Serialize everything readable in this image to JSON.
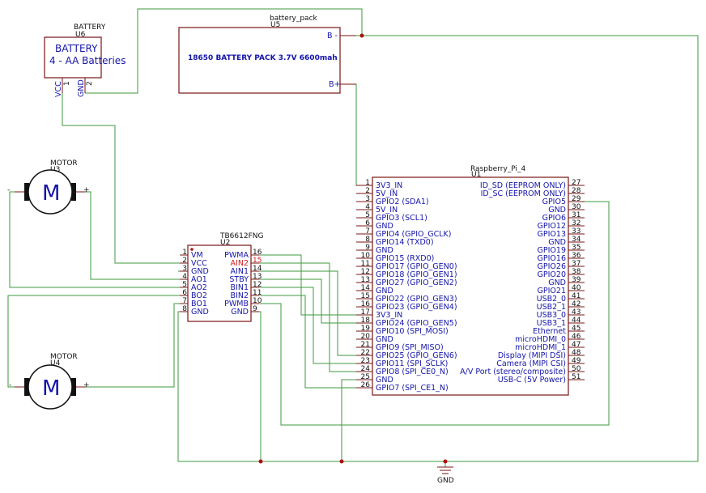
{
  "battery": {
    "name": "BATTERY",
    "ref": "U6",
    "title": "BATTERY",
    "subtitle": "4 - AA Batteries",
    "pins": [
      {
        "name": "VCC",
        "num": "1"
      },
      {
        "name": "GND",
        "num": "2"
      }
    ]
  },
  "pack": {
    "name": "battery_pack",
    "ref": "U5",
    "label": "18650 BATTERY PACK 3.7V 6600mah",
    "pins": [
      {
        "name": "B -"
      },
      {
        "name": "B+"
      }
    ]
  },
  "motor_top": {
    "name": "MOTOR",
    "ref": "U3",
    "symbol": "M",
    "minus": "-",
    "plus": "+"
  },
  "motor_bottom": {
    "name": "MOTOR",
    "ref": "U4",
    "symbol": "M",
    "minus": "-",
    "plus": "+"
  },
  "driver": {
    "name": "TB6612FNG",
    "ref": "U2",
    "left_pins": [
      {
        "num": "1",
        "name": "VM"
      },
      {
        "num": "2",
        "name": "VCC"
      },
      {
        "num": "3",
        "name": "GND"
      },
      {
        "num": "4",
        "name": "AO1"
      },
      {
        "num": "5",
        "name": "AO2"
      },
      {
        "num": "6",
        "name": "BO2"
      },
      {
        "num": "7",
        "name": "BO1"
      },
      {
        "num": "8",
        "name": "GND"
      }
    ],
    "right_pins": [
      {
        "num": "16",
        "name": "PWMA",
        "red": false
      },
      {
        "num": "15",
        "name": "AIN2",
        "red": true
      },
      {
        "num": "14",
        "name": "AIN1",
        "red": false
      },
      {
        "num": "13",
        "name": "STBY",
        "red": false
      },
      {
        "num": "12",
        "name": "BIN1",
        "red": false
      },
      {
        "num": "11",
        "name": "BIN2",
        "red": false
      },
      {
        "num": "10",
        "name": "PWMB",
        "red": false
      },
      {
        "num": "9",
        "name": "GND",
        "red": false
      }
    ]
  },
  "pi": {
    "name": "Raspberry_Pi_4",
    "ref": "U1",
    "left_pins": [
      {
        "num": "1",
        "name": "3V3_IN"
      },
      {
        "num": "2",
        "name": "5V_IN"
      },
      {
        "num": "3",
        "name": "GPIO2 (SDA1)"
      },
      {
        "num": "4",
        "name": "5V_IN"
      },
      {
        "num": "5",
        "name": "GPIO3 (SCL1)"
      },
      {
        "num": "6",
        "name": "GND"
      },
      {
        "num": "7",
        "name": "GPIO4 (GPIO_GCLK)"
      },
      {
        "num": "8",
        "name": "GPIO14 (TXD0)"
      },
      {
        "num": "9",
        "name": "GND"
      },
      {
        "num": "10",
        "name": "GPIO15 (RXD0)"
      },
      {
        "num": "11",
        "name": "GPIO17 (GPIO_GEN0)"
      },
      {
        "num": "12",
        "name": "GPIO18 (GPIO_GEN1)"
      },
      {
        "num": "13",
        "name": "GPIO27 (GPIO_GEN2)"
      },
      {
        "num": "14",
        "name": "GND"
      },
      {
        "num": "15",
        "name": "GPIO22 (GPIO_GEN3)"
      },
      {
        "num": "16",
        "name": "GPIO23 (GPIO_GEN4)"
      },
      {
        "num": "17",
        "name": "3V3_IN"
      },
      {
        "num": "18",
        "name": "GPIO24 (GPIO_GEN5)"
      },
      {
        "num": "19",
        "name": "GPIO10 (SPI_MOSI)"
      },
      {
        "num": "20",
        "name": "GND"
      },
      {
        "num": "21",
        "name": "GPIO9 (SPI_MISO)"
      },
      {
        "num": "22",
        "name": "GPIO25 (GPIO_GEN6)"
      },
      {
        "num": "23",
        "name": "GPIO11 (SPI_SCLK)"
      },
      {
        "num": "24",
        "name": "GPIO8 (SPI_CE0_N)"
      },
      {
        "num": "25",
        "name": "GND"
      },
      {
        "num": "26",
        "name": "GPIO7 (SPI_CE1_N)"
      }
    ],
    "right_pins": [
      {
        "num": "27",
        "name": "ID_SD (EEPROM ONLY)"
      },
      {
        "num": "28",
        "name": "ID_SC (EEPROM ONLY)"
      },
      {
        "num": "29",
        "name": "GPIO5"
      },
      {
        "num": "30",
        "name": "GND"
      },
      {
        "num": "31",
        "name": "GPIO6"
      },
      {
        "num": "32",
        "name": "GPIO12"
      },
      {
        "num": "33",
        "name": "GPIO13"
      },
      {
        "num": "34",
        "name": "GND"
      },
      {
        "num": "35",
        "name": "GPIO19"
      },
      {
        "num": "36",
        "name": "GPIO16"
      },
      {
        "num": "37",
        "name": "GPIO26"
      },
      {
        "num": "38",
        "name": "GPIO20"
      },
      {
        "num": "39",
        "name": "GND"
      },
      {
        "num": "40",
        "name": "GPIO21"
      },
      {
        "num": "41",
        "name": "USB2_0"
      },
      {
        "num": "42",
        "name": "USB2_1"
      },
      {
        "num": "43",
        "name": "USB3_0"
      },
      {
        "num": "44",
        "name": "USB3_1"
      },
      {
        "num": "45",
        "name": "Ethernet"
      },
      {
        "num": "46",
        "name": "microHDMI_0"
      },
      {
        "num": "47",
        "name": "microHDMI_1"
      },
      {
        "num": "48",
        "name": "Display (MIPI DSI)"
      },
      {
        "num": "49",
        "name": "Camera (MIPI CSI)"
      },
      {
        "num": "50",
        "name": "A/V Port (stereo/composite)"
      },
      {
        "num": "51",
        "name": "USB-C (5V Power)"
      }
    ]
  },
  "gnd": {
    "label": "GND"
  }
}
